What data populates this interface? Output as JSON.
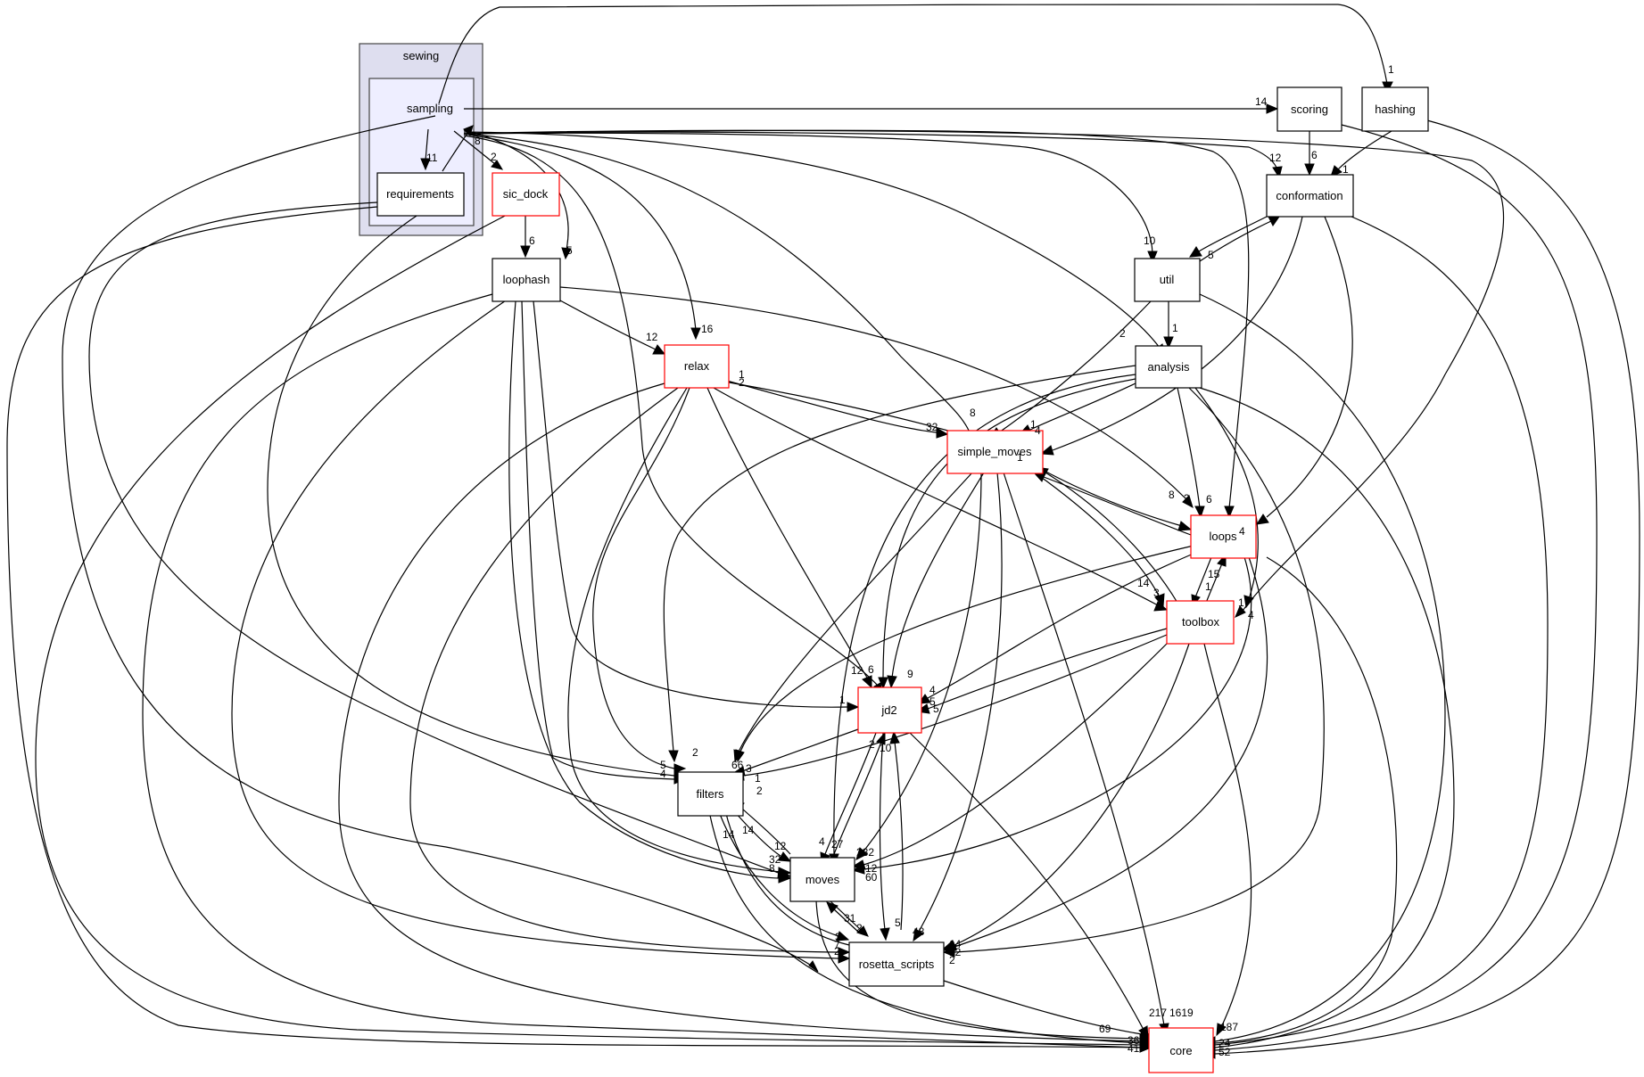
{
  "title": "",
  "clusters": [
    {
      "id": "sewing",
      "label": "sewing",
      "fill": "#dedeef",
      "stroke": "#444444"
    },
    {
      "id": "sampling",
      "label": "sampling",
      "fill": "#eeeeff",
      "stroke": "#444444"
    }
  ],
  "nodes": [
    {
      "id": "requirements",
      "label": "requirements",
      "border": "#000000"
    },
    {
      "id": "sic_dock",
      "label": "sic_dock",
      "border": "#ff0000"
    },
    {
      "id": "scoring",
      "label": "scoring",
      "border": "#000000"
    },
    {
      "id": "hashing",
      "label": "hashing",
      "border": "#000000"
    },
    {
      "id": "conformation",
      "label": "conformation",
      "border": "#000000"
    },
    {
      "id": "loophash",
      "label": "loophash",
      "border": "#000000"
    },
    {
      "id": "util",
      "label": "util",
      "border": "#000000"
    },
    {
      "id": "relax",
      "label": "relax",
      "border": "#ff0000"
    },
    {
      "id": "analysis",
      "label": "analysis",
      "border": "#000000"
    },
    {
      "id": "simple_moves",
      "label": "simple_moves",
      "border": "#ff0000"
    },
    {
      "id": "loops",
      "label": "loops",
      "border": "#ff0000"
    },
    {
      "id": "toolbox",
      "label": "toolbox",
      "border": "#ff0000"
    },
    {
      "id": "jd2",
      "label": "jd2",
      "border": "#ff0000"
    },
    {
      "id": "filters",
      "label": "filters",
      "border": "#000000"
    },
    {
      "id": "moves",
      "label": "moves",
      "border": "#000000"
    },
    {
      "id": "rosetta_scripts",
      "label": "rosetta_scripts",
      "border": "#000000"
    },
    {
      "id": "core",
      "label": "core",
      "border": "#ff0000"
    }
  ],
  "edge_labels": [
    "1",
    "14",
    "11",
    "2",
    "8",
    "12",
    "6",
    "1",
    "10",
    "5",
    "6",
    "5",
    "16",
    "12",
    "2",
    "1",
    "8",
    "3",
    "6",
    "4",
    "1",
    "4",
    "1",
    "32",
    "2",
    "1",
    "8",
    "9",
    "12",
    "6",
    "1",
    "5",
    "4",
    "15",
    "14",
    "3",
    "1",
    "4",
    "1",
    "5",
    "2",
    "66",
    "3",
    "1",
    "2",
    "5",
    "4",
    "14",
    "14",
    "12",
    "32",
    "8",
    "282",
    "12",
    "60",
    "4",
    "27",
    "2",
    "10",
    "31",
    "2",
    "5",
    "48",
    "3",
    "2",
    "7",
    "14",
    "12",
    "2",
    "217",
    "1619",
    "69",
    "187",
    "36",
    "41",
    "24",
    "52"
  ]
}
